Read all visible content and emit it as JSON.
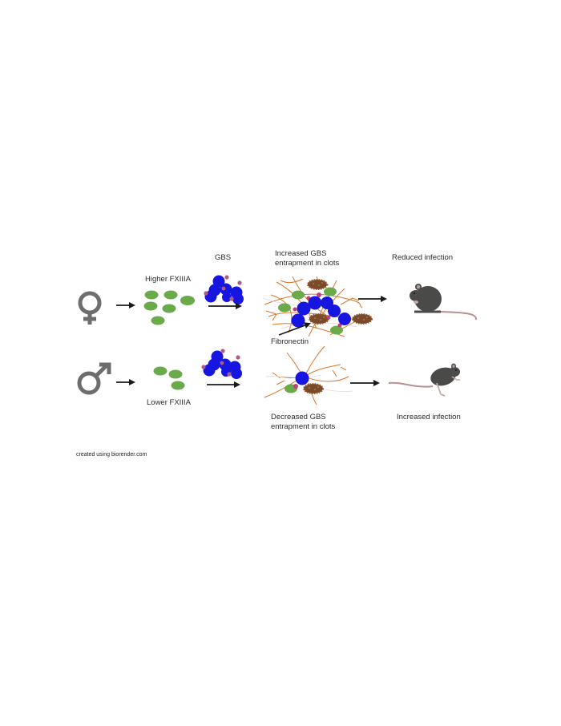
{
  "figure": {
    "rows": [
      {
        "sex": "female",
        "sex_icon": "female-symbol-icon",
        "fxiiia_label": "Higher FXIIIA",
        "gbs_label": "GBS",
        "clot_label": "Increased GBS entrapment in clots",
        "fibronectin_label": "Fibronectin",
        "outcome_label": "Reduced infection"
      },
      {
        "sex": "male",
        "sex_icon": "male-symbol-icon",
        "fxiiia_label": "Lower FXIIIA",
        "clot_label": "Decreased  GBS entrapment in clots",
        "outcome_label": "Increased infection"
      }
    ],
    "credit": "created using biorender.com"
  },
  "colors": {
    "symbol_gray": "#6d6d6d",
    "fxiiia_green": "#6aaa4a",
    "gbs_blue": "#1616e0",
    "gbs_pink": "#b05a86",
    "fibrin_orange": "#d9772c",
    "platelet_brown": "#7a4a2a",
    "mouse_gray": "#4a4a48",
    "tail_pink": "#b89090",
    "arrow": "#1a1a1a"
  }
}
